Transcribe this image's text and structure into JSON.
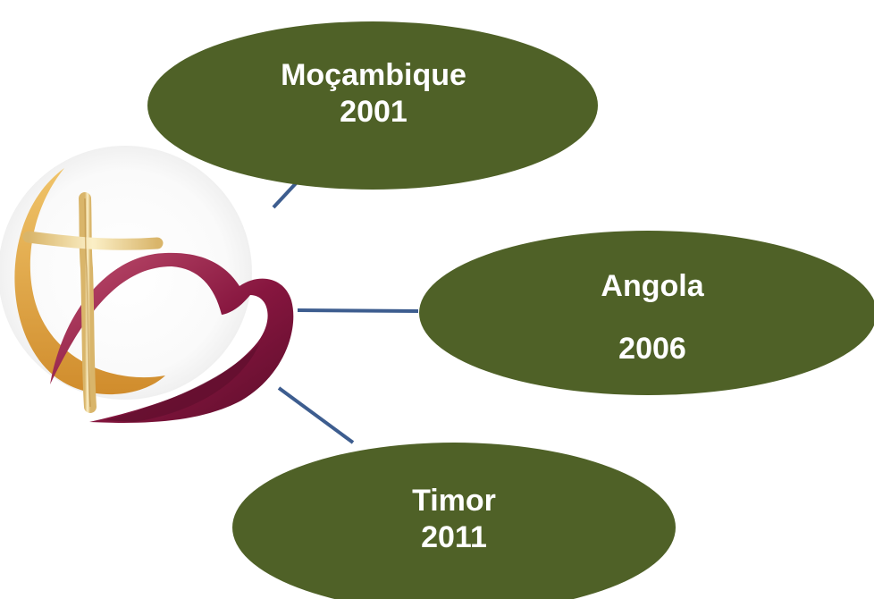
{
  "colors": {
    "node_fill": "#4f6127",
    "node_text": "#ffffff",
    "connector": "#3d5d8f",
    "logo_gold": "#e4aa4a",
    "logo_maroon": "#87163f",
    "logo_cross": "#f1dc9e"
  },
  "logo": {
    "icon": "cross-and-heart-logo"
  },
  "nodes": [
    {
      "name": "Moçambique",
      "year": "2001"
    },
    {
      "name": "Angola",
      "year": "2006"
    },
    {
      "name": "Timor",
      "year": "2011"
    }
  ]
}
